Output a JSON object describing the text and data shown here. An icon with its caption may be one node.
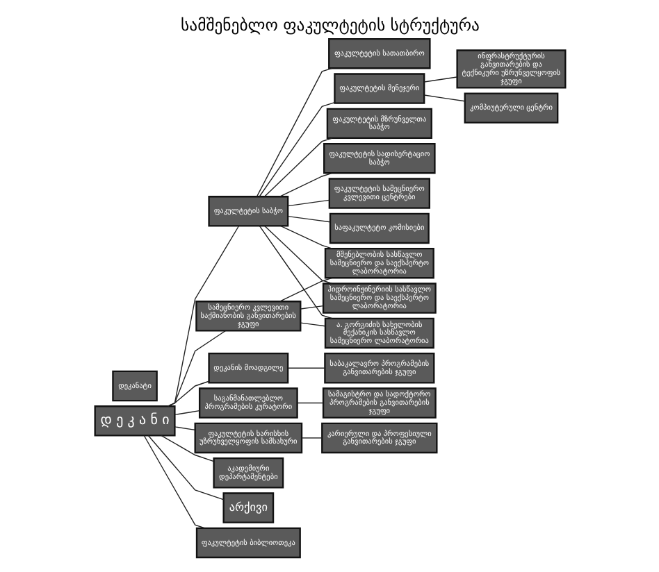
{
  "diagram": {
    "title": "სამშენებლო ფაკულტეტის სტრუქტურა",
    "nodes": [
      {
        "text": [
          "დ ე კ ა ნ ი"
        ]
      },
      {
        "text": [
          "დეკანატი"
        ]
      },
      {
        "text": [
          "ფაკულტეტის საბჭო"
        ]
      },
      {
        "text": [
          "ფაკულტეტის სათათბირო"
        ]
      },
      {
        "text": [
          "ფაკულტეტის მენეჯერი"
        ]
      },
      {
        "text": [
          "ინფრასტრუქტურის განვითარების და ტექნიკური უზრუნველყოფის ჯგუფი"
        ]
      },
      {
        "text": [
          "კომპიუტერული ცენტრი"
        ]
      },
      {
        "text": [
          "ფაკულტეტის მზრუნველთა საბჭო"
        ]
      },
      {
        "text": [
          "ფაკულტეტის სადისერტაციო საბჭო"
        ]
      },
      {
        "text": [
          "ფაკულტეტის სამეცნიერო კვლევითი ცენტრები"
        ]
      },
      {
        "text": [
          "საფაკულტეტო კომისიები"
        ]
      },
      {
        "text": [
          "დეკანის მოადგილე"
        ]
      },
      {
        "text": [
          "საბაკალავრო პროგრამების განვითარების ჯგუფი"
        ]
      },
      {
        "text": [
          "საგანმანათლებლო პროგრამების კურატორი"
        ]
      },
      {
        "text": [
          "სამაგისტრო და სადოქტორო პროგრამების განვითარების ჯგუფი"
        ]
      },
      {
        "text": [
          "ფაკულტეტის ხარისხის უზრუნველყოფის სამსახური"
        ]
      },
      {
        "text": [
          "კარიერული და პროფესიული განვითარების ჯგუფი"
        ]
      },
      {
        "text": [
          "აკადემიური დეპარტამენტები"
        ]
      },
      {
        "text": [
          "არქივი"
        ]
      },
      {
        "text": [
          "ფაკულტეტის ბიბლიოთეკა"
        ]
      },
      {
        "text": [
          "სამეცნიერო კვლევითი საქმიანობის განვითარების ჯგუფი"
        ]
      },
      {
        "text": [
          "მშენებლობის სასწავლო სამეცნიერო და საექსპერტო ლაბორატორია"
        ]
      },
      {
        "text": [
          "ჰიდროინჟინერიის სასწავლო სამეცნიერო და საექსპერტო ლაბორატორია"
        ]
      },
      {
        "text": [
          "ა. გორგიძის სახელობის მექანიკის სასწავლო სამეცნიერო ლაბორატორია"
        ]
      }
    ],
    "edges": [
      {
        "from": 0,
        "to": 2,
        "arrow": "none"
      },
      {
        "from": 2,
        "to": 3,
        "arrow": "none"
      },
      {
        "from": 2,
        "to": 4,
        "arrow": "none"
      },
      {
        "from": 4,
        "to": 5,
        "arrow": "none"
      },
      {
        "from": 4,
        "to": 6,
        "arrow": "none"
      },
      {
        "from": 2,
        "to": 7,
        "arrow": "none"
      },
      {
        "from": 2,
        "to": 8,
        "arrow": "none"
      },
      {
        "from": 2,
        "to": 9,
        "arrow": "none"
      },
      {
        "from": 2,
        "to": 10,
        "arrow": "none"
      },
      {
        "from": 0,
        "to": 11,
        "arrow": "none"
      },
      {
        "from": 11,
        "to": 12,
        "arrow": "none"
      },
      {
        "from": 0,
        "to": 13,
        "arrow": "none"
      },
      {
        "from": 13,
        "to": 14,
        "arrow": "none"
      },
      {
        "from": 0,
        "to": 15,
        "arrow": "none"
      },
      {
        "from": 15,
        "to": 16,
        "arrow": "none"
      },
      {
        "from": 0,
        "to": 17,
        "arrow": "none"
      },
      {
        "from": 0,
        "to": 18,
        "arrow": "none"
      },
      {
        "from": 0,
        "to": 19,
        "arrow": "none"
      },
      {
        "from": 0,
        "to": 20,
        "arrow": "none"
      },
      {
        "from": 2,
        "to": 21,
        "arrow": "none"
      },
      {
        "from": 2,
        "to": 22,
        "arrow": "none"
      },
      {
        "from": 2,
        "to": 23,
        "arrow": "none"
      },
      {
        "from": 20,
        "to": 21,
        "arrow": "none"
      },
      {
        "from": 20,
        "to": 22,
        "arrow": "none"
      },
      {
        "from": 20,
        "to": 23,
        "arrow": "none"
      }
    ]
  }
}
